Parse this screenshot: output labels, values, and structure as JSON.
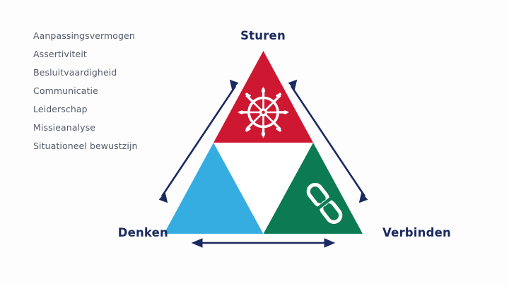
{
  "background_color": "#fdfdfd",
  "competencies": {
    "text_color": "#545b6b",
    "items": [
      "Aanpassingsvermogen",
      "Assertiviteit",
      "Besluitvaardigheid",
      "Communicatie",
      "Leiderschap",
      "Missieanalyse",
      "Situationeel bewustzijn"
    ]
  },
  "diagram": {
    "label_color": "#1b2a60",
    "arrow_color": "#1b2a60",
    "center_fill": "#ffffff",
    "corners": {
      "top": {
        "label": "Sturen",
        "color": "#ce1832",
        "icon": "ships-wheel-icon"
      },
      "left": {
        "label": "Denken",
        "color": "#35ade1",
        "icon": "head-with-gears-icon"
      },
      "right": {
        "label": "Verbinden",
        "color": "#0c7a52",
        "icon": "chain-link-icon"
      }
    },
    "arrows": [
      {
        "name": "arrow-sturen-denken",
        "style": "double-headed"
      },
      {
        "name": "arrow-sturen-verbinden",
        "style": "double-headed"
      },
      {
        "name": "arrow-denken-verbinden",
        "style": "double-headed"
      }
    ]
  }
}
